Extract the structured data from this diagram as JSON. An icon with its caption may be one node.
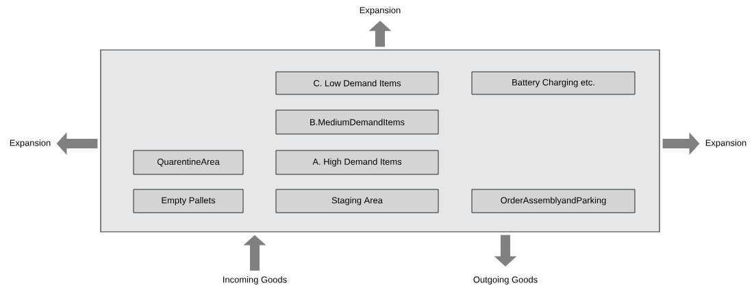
{
  "diagram": {
    "nodes": [
      {
        "text": [
          "Expansion"
        ]
      },
      {
        "text": [],
        "shape": "box"
      },
      {
        "text": [
          "C. Low Demand Items"
        ],
        "in": 1
      },
      {
        "text": [
          "Battery Charging etc."
        ],
        "in": 1
      },
      {
        "text": [
          "B.MediumDemandItems"
        ],
        "in": 1
      },
      {
        "text": [
          "Expansion"
        ]
      },
      {
        "text": [
          "QuarentineArea"
        ],
        "in": 1
      },
      {
        "text": [
          "A. High Demand Items"
        ],
        "in": 1
      },
      {
        "text": [
          "Expansion"
        ]
      },
      {
        "text": [
          "Empty Pallets"
        ],
        "in": 1
      },
      {
        "text": [
          "Staging Area"
        ],
        "in": 1
      },
      {
        "text": [
          "OrderAssemblyandParking"
        ],
        "in": 1
      },
      {
        "text": [
          "Incoming Goods"
        ]
      },
      {
        "text": [
          "Outgoing Goods"
        ]
      }
    ],
    "edges": [
      {
        "from": 1,
        "to": 0,
        "arrow": "to"
      },
      {
        "from": 1,
        "to": 5,
        "arrow": "to"
      },
      {
        "from": 1,
        "to": 8,
        "arrow": "to"
      },
      {
        "from": 12,
        "to": 1,
        "arrow": "to"
      },
      {
        "from": 1,
        "to": 13,
        "arrow": "to"
      }
    ]
  }
}
